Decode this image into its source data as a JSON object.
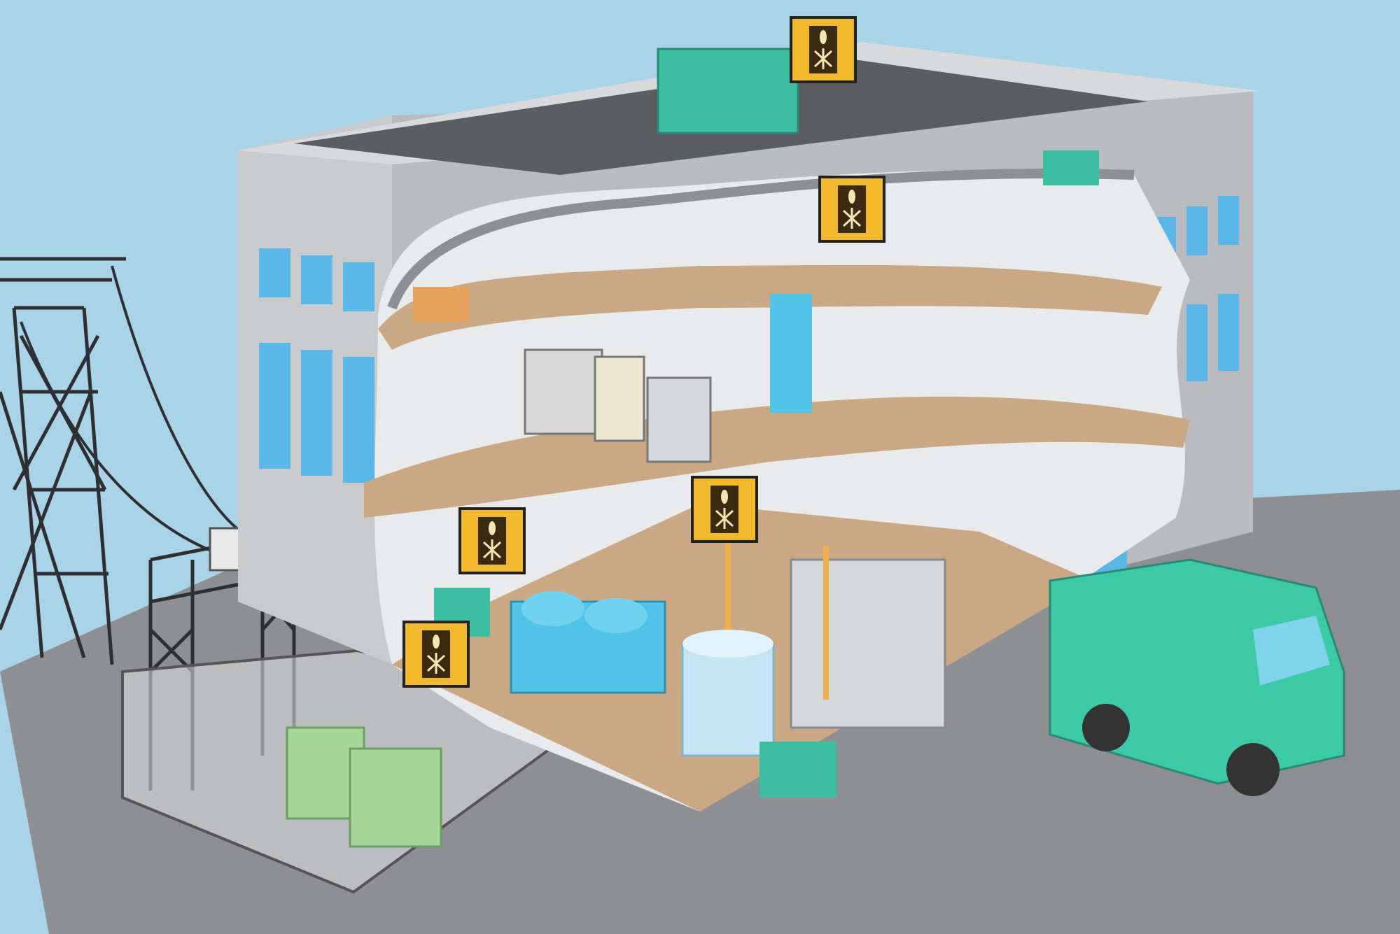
{
  "colors": {
    "sky": "#a9d3e6",
    "ground": "#8d8f93",
    "wall": "#c9cacc",
    "wall_dark": "#a9abae",
    "roof": "#5b5d60",
    "window": "#5ab8e8",
    "floor": "#c9a883",
    "equipment_teal": "#3cbfa0",
    "equipment_blue": "#52c4e6",
    "marker_yellow": "#f2b92a",
    "marker_dark": "#3a2a10",
    "transformer_green": "#a7d69a",
    "tower": "#2d2f33"
  },
  "markers": [
    {
      "icon": "sensor-marker-icon",
      "location": "roof"
    },
    {
      "icon": "sensor-marker-icon",
      "location": "ceiling-duct"
    },
    {
      "icon": "sensor-marker-icon",
      "location": "pump-room"
    },
    {
      "icon": "sensor-marker-icon",
      "location": "chiller"
    },
    {
      "icon": "sensor-marker-icon",
      "location": "compressor"
    }
  ]
}
